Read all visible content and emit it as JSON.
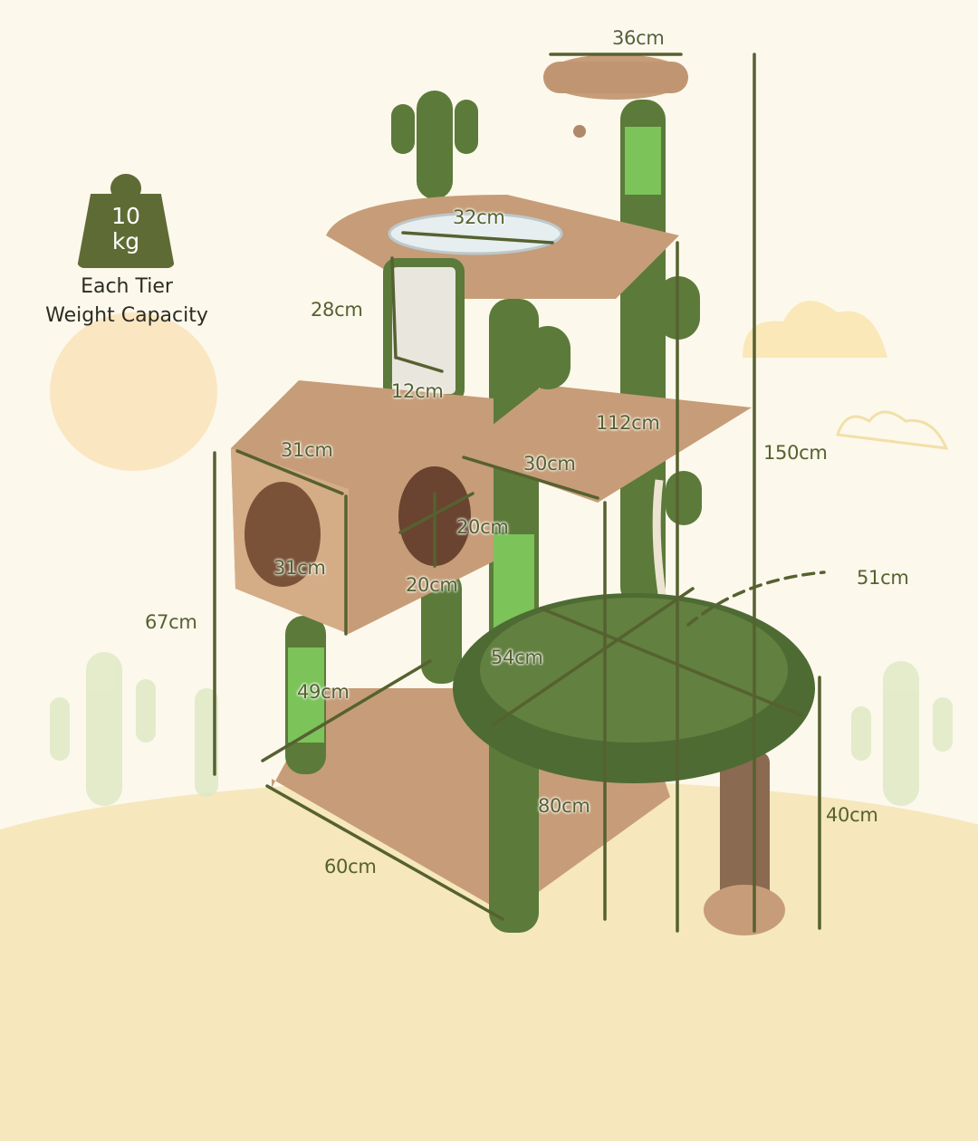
{
  "badge": {
    "value": "10",
    "unit": "kg",
    "caption_line1": "Each Tier",
    "caption_line2": "Weight Capacity"
  },
  "colors": {
    "label": "#566130",
    "badge": "#5f6b34",
    "carpet": "#c9a27c",
    "cactus": "#5e7a3c",
    "sisal": "#7cc35a"
  },
  "dimensions": {
    "top_perch": "36cm",
    "bowl": "32cm",
    "hammock_height": "28cm",
    "hammock_width": "12cm",
    "condo_depth": "31cm",
    "condo_height": "31cm",
    "hole_width": "20cm",
    "hole_height": "20cm",
    "platform": "30cm",
    "mid_height": "112cm",
    "total_height": "150cm",
    "basket_offset": "51cm",
    "basket_diameter": "54cm",
    "condo_floor_height": "67cm",
    "base_depth": "49cm",
    "platform_height": "80cm",
    "basket_height": "40cm",
    "base_length": "60cm"
  }
}
